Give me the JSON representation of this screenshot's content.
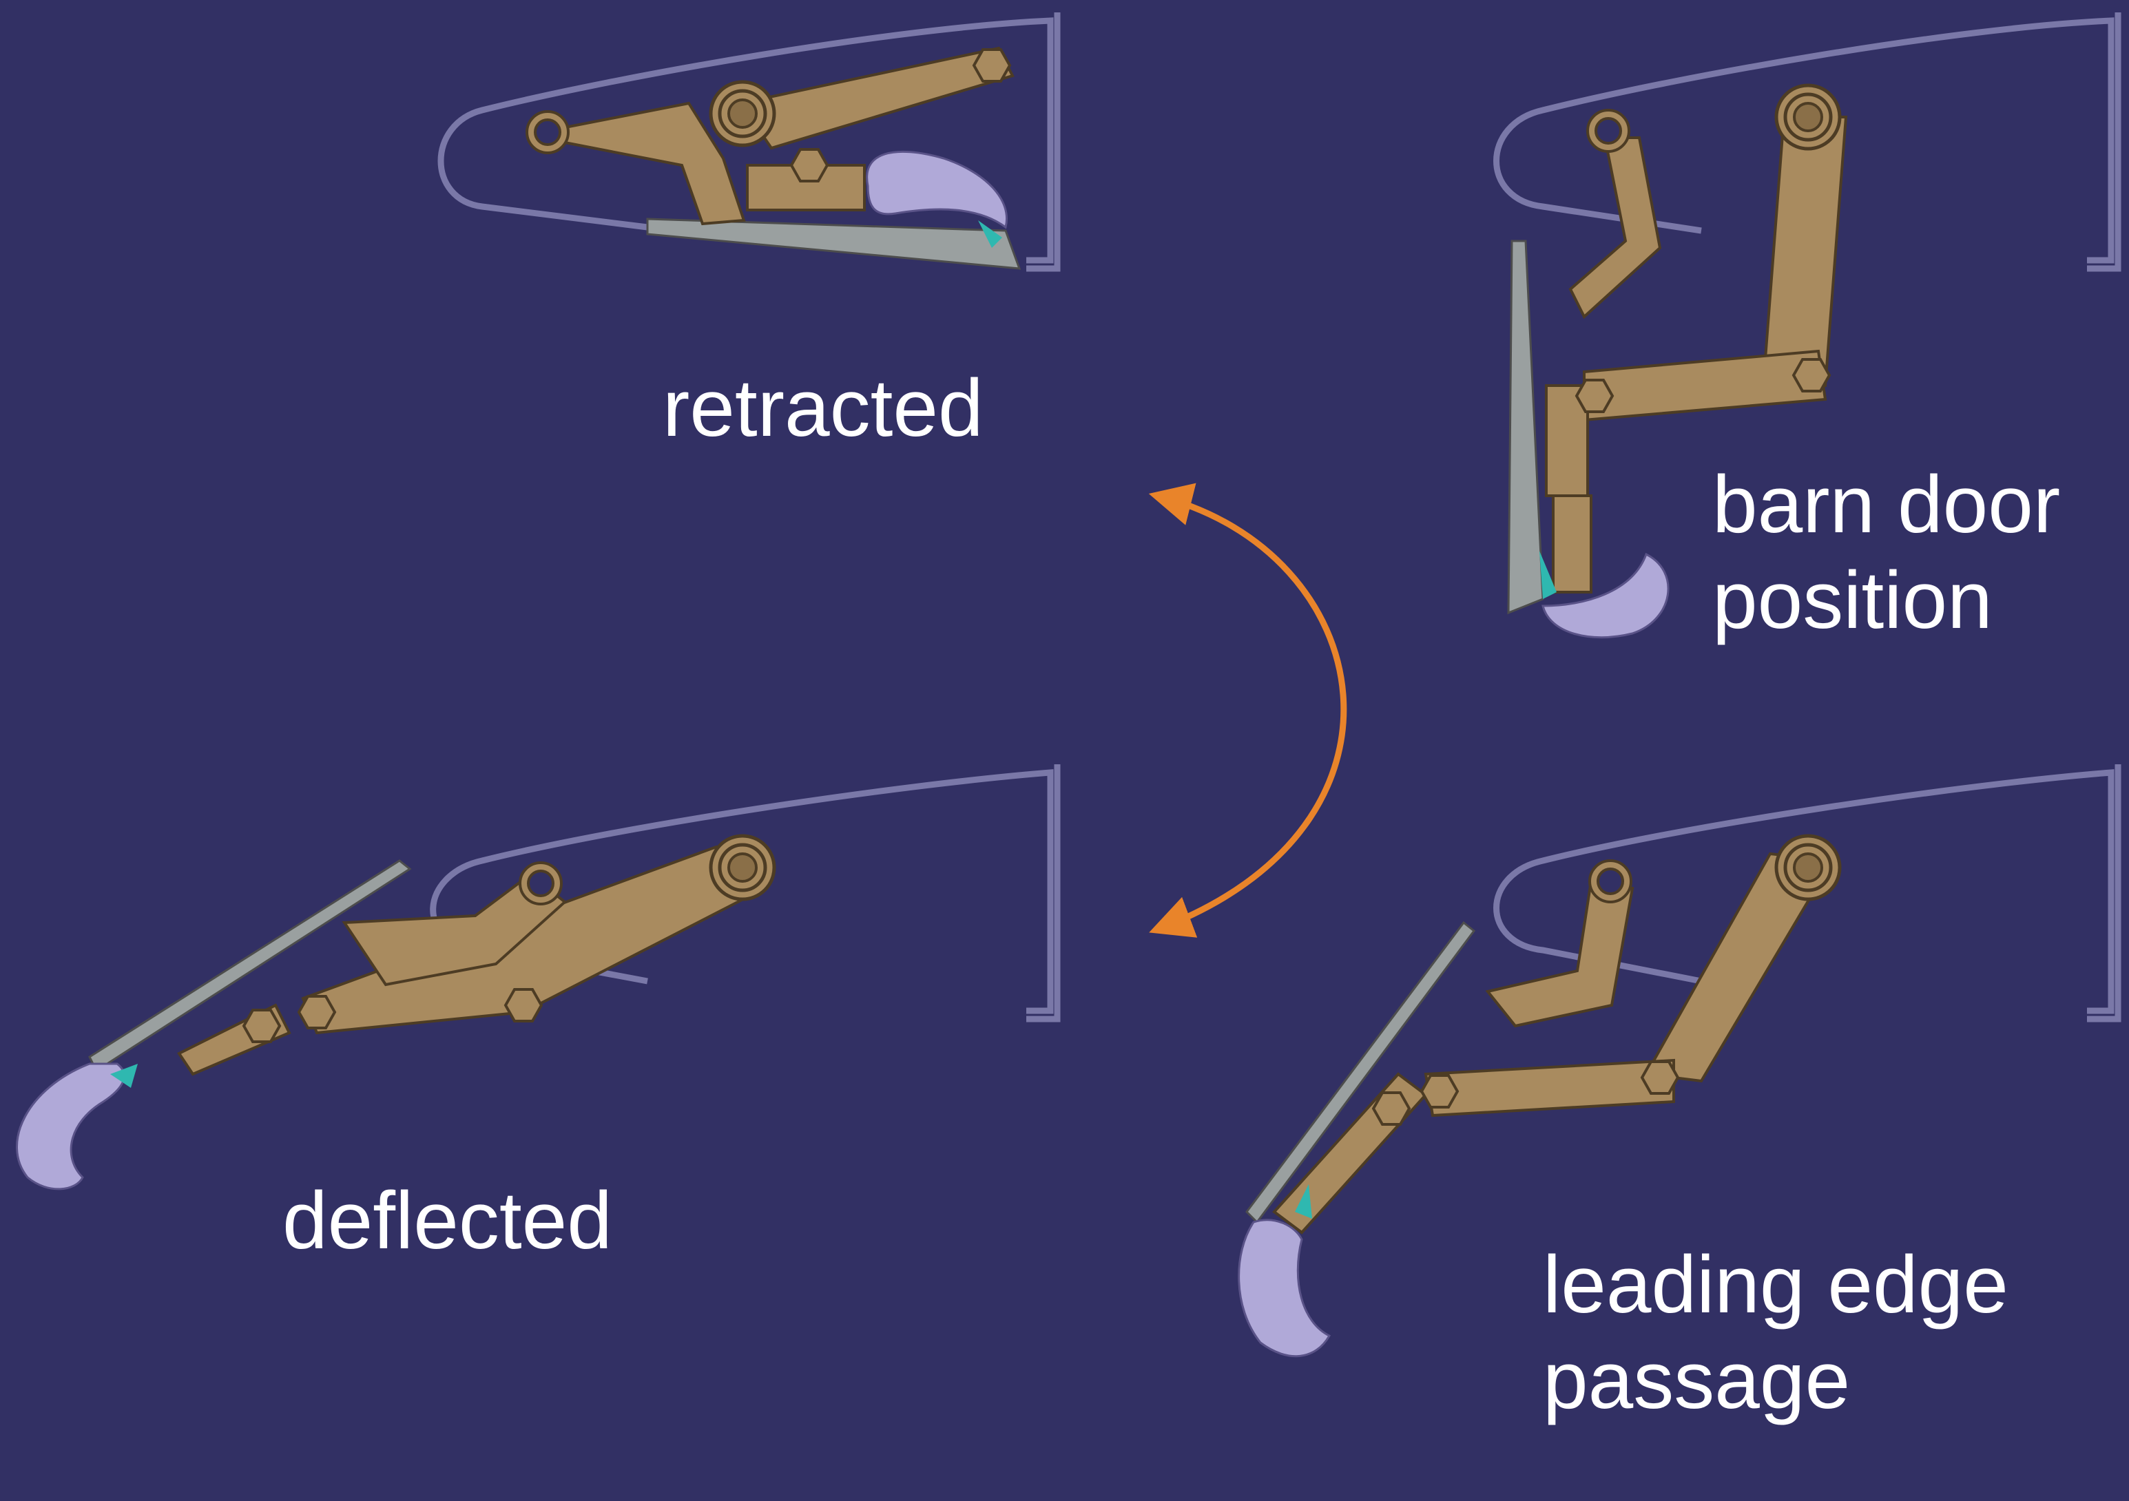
{
  "labels": {
    "retracted": "retracted",
    "barn_door_line1": "barn door",
    "barn_door_line2": "position",
    "deflected": "deflected",
    "leading_edge_line1": "leading edge",
    "leading_edge_line2": "passage"
  },
  "colors": {
    "background": "#323064",
    "mechanism": "#a98b5f",
    "mechanism_dark": "#5e4a2e",
    "flap": "#b0a9d8",
    "panel": "#9aa0a0",
    "wing_outline": "#7a78a8",
    "hydraulic": "#2fb8b0",
    "arrow": "#e9842a"
  },
  "icons": {
    "transition_arrow": "curved-double-arrow"
  }
}
